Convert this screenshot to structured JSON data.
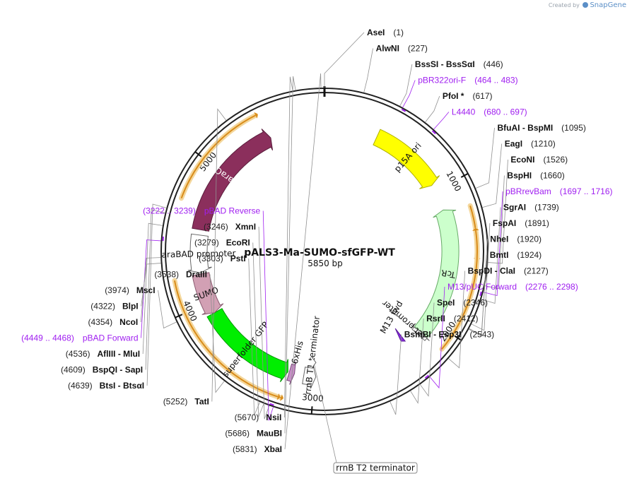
{
  "brand": {
    "created_by": "Created by",
    "name": "SnapGene"
  },
  "plasmid": {
    "name": "pALS3-Ma-SUMO-sfGFP-WT",
    "length_label": "5850 bp",
    "length": 5850
  },
  "ticks": [
    {
      "pos": 1000,
      "label": "1000"
    },
    {
      "pos": 2000,
      "label": "2000"
    },
    {
      "pos": 3000,
      "label": "3000"
    },
    {
      "pos": 4000,
      "label": "4000"
    },
    {
      "pos": 5000,
      "label": "5000"
    }
  ],
  "features": [
    {
      "name": "p15A ori",
      "label": "p15A ori",
      "start": 400,
      "end": 950,
      "color": "#ffff00",
      "stroke": "#b0b000",
      "track": "inner",
      "label_mode": "inside",
      "text_color": "#111111"
    },
    {
      "name": "TcR",
      "label": "TcR",
      "start": 1150,
      "end": 2110,
      "color": "#ccffcc",
      "stroke": "#66aa66",
      "track": "inner",
      "label_mode": "inside",
      "text_color": "#111111",
      "reverse": true
    },
    {
      "name": "tet promoter",
      "label": "tet promoter",
      "start": 2110,
      "end": 2140,
      "color": "#ffffff",
      "stroke": "#666666",
      "track": "inner",
      "label_mode": "tag",
      "reverse": true
    },
    {
      "name": "rrnB T1 terminator",
      "label": "rrnB T1 terminator",
      "start": 2990,
      "end": 3080,
      "color": "#ffffff",
      "stroke": "#666666",
      "track": "inner",
      "label_mode": "tag",
      "reverse": true
    },
    {
      "name": "6xHis",
      "label": "6xHis",
      "start": 3150,
      "end": 3190,
      "color": "#c78fc7",
      "stroke": "#7a4a7a",
      "track": "inner",
      "label_mode": "tag",
      "reverse": true
    },
    {
      "name": "superfolder GFP",
      "label": "superfolder GFP",
      "start": 3200,
      "end": 3915,
      "color": "#00ee00",
      "stroke": "#009900",
      "track": "inner",
      "label_mode": "inside",
      "text_color": "#111111",
      "reverse": true
    },
    {
      "name": "SUMO",
      "label": "SUMO",
      "start": 3915,
      "end": 4220,
      "color": "#d2a0b4",
      "stroke": "#8a5a70",
      "track": "inner",
      "label_mode": "inside",
      "text_color": "#111111",
      "reverse": true
    },
    {
      "name": "araBAD promoter",
      "label": "araBAD promoter",
      "start": 4230,
      "end": 4510,
      "color": "#ffffff",
      "stroke": "#666666",
      "track": "inner",
      "label_mode": "inside",
      "text_color": "#111111",
      "reverse": true
    },
    {
      "name": "araC",
      "label": "araC",
      "start": 4550,
      "end": 5440,
      "color": "#8b2f5c",
      "stroke": "#5a1d3c",
      "track": "inner",
      "label_mode": "inside",
      "text_color": "#ffffff"
    }
  ],
  "orfs": [
    {
      "start": 1180,
      "end": 1520,
      "reverse": false
    },
    {
      "start": 1320,
      "end": 2110,
      "reverse": true
    },
    {
      "start": 3180,
      "end": 3960,
      "reverse": true
    },
    {
      "start": 3200,
      "end": 4210,
      "reverse": true
    },
    {
      "start": 4720,
      "end": 5430,
      "reverse": false
    }
  ],
  "small_features": [
    {
      "name": "rrnB T2 terminator",
      "label": "rrnB T2 terminator",
      "pos": 3015,
      "boxed": true
    },
    {
      "name": "M13 fwd",
      "label": "M13 fwd",
      "pos": 2240
    }
  ],
  "sites": [
    {
      "name": "AseI",
      "pos": "(1)",
      "side": "right"
    },
    {
      "name": "AlwNI",
      "pos": "(227)",
      "side": "right"
    },
    {
      "name": "BssSI - BssSαI",
      "pos": "(446)",
      "side": "right"
    },
    {
      "name": "PfoI *",
      "pos": "(617)",
      "side": "right"
    },
    {
      "name": "BfuAI - BspMI",
      "pos": "(1095)",
      "side": "right"
    },
    {
      "name": "EagI",
      "pos": "(1210)",
      "side": "right"
    },
    {
      "name": "EcoNI",
      "pos": "(1526)",
      "side": "right"
    },
    {
      "name": "BspHI",
      "pos": "(1660)",
      "side": "right"
    },
    {
      "name": "SgrAI",
      "pos": "(1739)",
      "side": "right"
    },
    {
      "name": "FspAI",
      "pos": "(1891)",
      "side": "right"
    },
    {
      "name": "NheI",
      "pos": "(1920)",
      "side": "right"
    },
    {
      "name": "BmtI",
      "pos": "(1924)",
      "side": "right"
    },
    {
      "name": "BspDI - ClaI",
      "pos": "(2127)",
      "side": "right"
    },
    {
      "name": "SpeI",
      "pos": "(2346)",
      "side": "right"
    },
    {
      "name": "RsrII",
      "pos": "(2412)",
      "side": "right"
    },
    {
      "name": "BsmBI - Esp3I",
      "pos": "(2543)",
      "side": "right"
    },
    {
      "name": "XmnI",
      "pos": "(3246)",
      "side": "left"
    },
    {
      "name": "EcoRI",
      "pos": "(3279)",
      "side": "left"
    },
    {
      "name": "PstI",
      "pos": "(3303)",
      "side": "left"
    },
    {
      "name": "DraIII",
      "pos": "(3538)",
      "side": "left"
    },
    {
      "name": "MscI",
      "pos": "(3974)",
      "side": "left"
    },
    {
      "name": "BlpI",
      "pos": "(4322)",
      "side": "left"
    },
    {
      "name": "NcoI",
      "pos": "(4354)",
      "side": "left"
    },
    {
      "name": "AflIII - MluI",
      "pos": "(4536)",
      "side": "left"
    },
    {
      "name": "BspQI - SapI",
      "pos": "(4609)",
      "side": "left"
    },
    {
      "name": "BtsI - BtsαI",
      "pos": "(4639)",
      "side": "left"
    },
    {
      "name": "TatI",
      "pos": "(5252)",
      "side": "left"
    },
    {
      "name": "NsiI",
      "pos": "(5670)",
      "side": "left"
    },
    {
      "name": "MauBI",
      "pos": "(5686)",
      "side": "left"
    },
    {
      "name": "XbaI",
      "pos": "(5831)",
      "side": "left"
    }
  ],
  "primers": [
    {
      "name": "pBR322ori-F",
      "range": "(464 .. 483)",
      "side": "right"
    },
    {
      "name": "L4440",
      "range": "(680 .. 697)",
      "side": "right"
    },
    {
      "name": "pBRrevBam",
      "range": "(1697 .. 1716)",
      "side": "right"
    },
    {
      "name": "M13/pUC Forward",
      "range": "(2276 .. 2298)",
      "side": "right"
    },
    {
      "name": "pBAD Reverse",
      "range": "(3222 .. 3239)",
      "side": "left"
    },
    {
      "name": "pBAD Forward",
      "range": "(4449 .. 4468)",
      "side": "left"
    }
  ]
}
